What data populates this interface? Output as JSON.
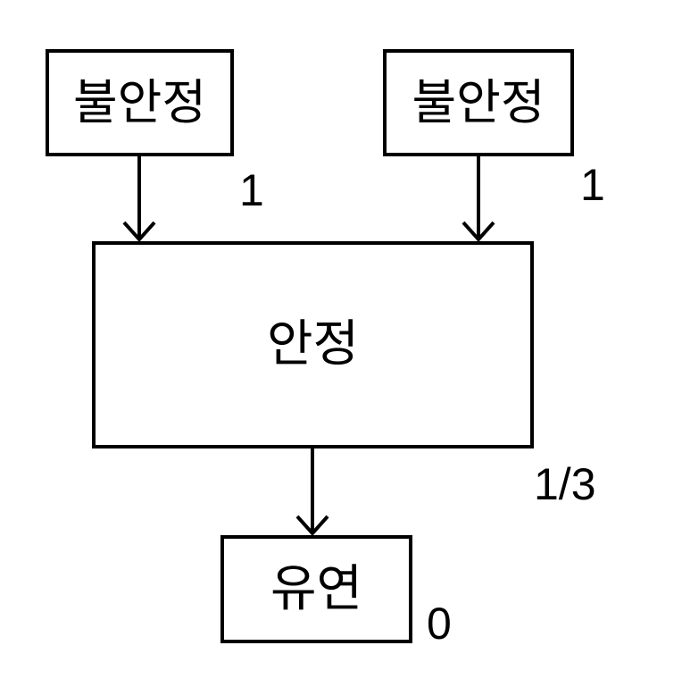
{
  "diagram": {
    "nodes": {
      "unstable_left": {
        "label": "불안정",
        "value": "1"
      },
      "unstable_right": {
        "label": "불안정",
        "value": "1"
      },
      "stable": {
        "label": "안정",
        "value": "1/3"
      },
      "neutral": {
        "label": "유연",
        "value": "0"
      }
    },
    "edges": [
      {
        "from": "unstable_left",
        "to": "stable"
      },
      {
        "from": "unstable_right",
        "to": "stable"
      },
      {
        "from": "stable",
        "to": "neutral"
      }
    ]
  }
}
